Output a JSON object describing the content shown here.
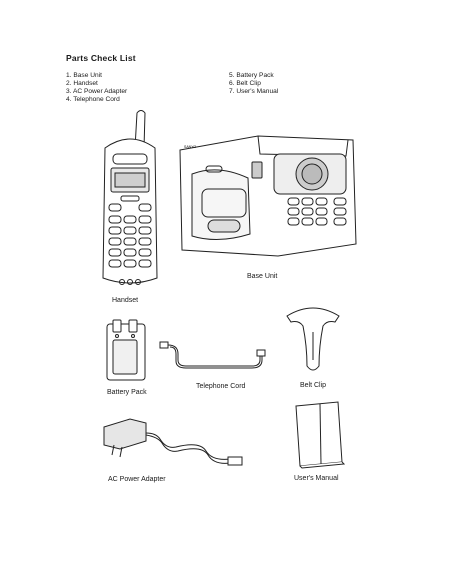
{
  "heading": "Parts Check List",
  "list_left": [
    "1. Base Unit",
    "2. Handset",
    "3. AC Power Adapter",
    "4. Telephone Cord"
  ],
  "list_right": [
    "5. Battery Pack",
    "6. Belt Clip",
    "7. User's Manual"
  ],
  "captions": {
    "handset": "Handset",
    "base_unit": "Base Unit",
    "battery_pack": "Battery Pack",
    "telephone_cord": "Telephone Cord",
    "belt_clip": "Belt Clip",
    "ac_adapter": "AC Power Adapter",
    "users_manual": "User's Manual"
  },
  "brand_mark": "SANYO"
}
